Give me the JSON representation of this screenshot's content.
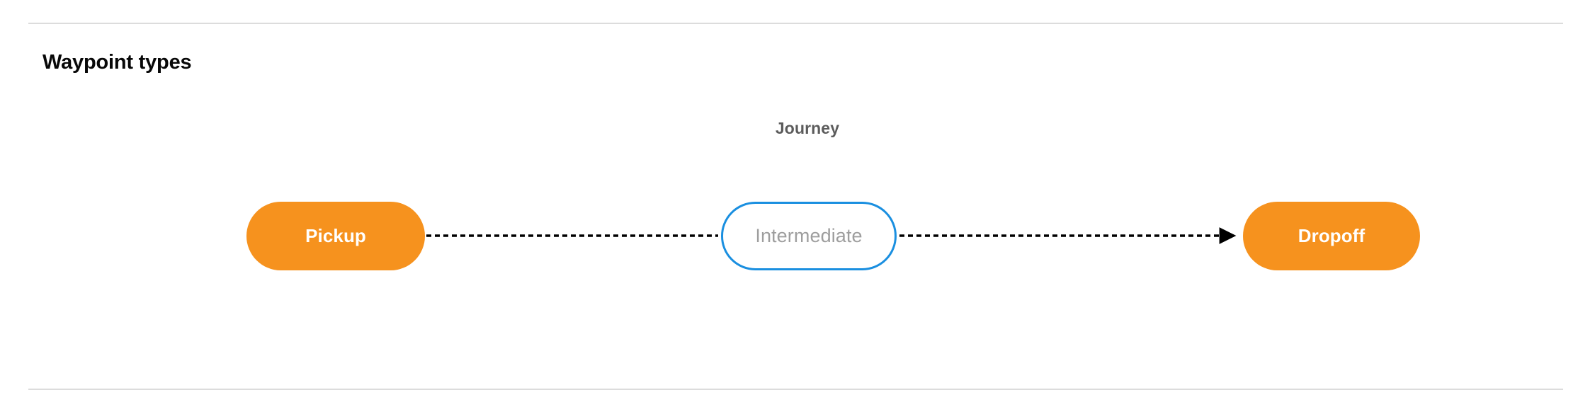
{
  "section": {
    "title": "Waypoint types"
  },
  "diagram": {
    "group_label": "Journey",
    "nodes": [
      {
        "id": "pickup",
        "label": "Pickup",
        "style": "filled",
        "fill": "#F6921E",
        "text_color": "#ffffff"
      },
      {
        "id": "intermediate",
        "label": "Intermediate",
        "style": "outlined",
        "fill": "#ffffff",
        "border_color": "#1a8fe0",
        "text_color": "#9e9e9e"
      },
      {
        "id": "dropoff",
        "label": "Dropoff",
        "style": "filled",
        "fill": "#F6921E",
        "text_color": "#ffffff"
      }
    ],
    "edges": [
      {
        "from": "pickup",
        "to": "intermediate",
        "style": "dashed",
        "arrowhead": false,
        "color": "#000000"
      },
      {
        "from": "intermediate",
        "to": "dropoff",
        "style": "dashed",
        "arrowhead": true,
        "color": "#000000"
      }
    ]
  },
  "colors": {
    "divider": "#dcdcdc",
    "accent_orange": "#F6921E",
    "accent_blue": "#1a8fe0",
    "title_text": "#080808",
    "group_label_text": "#5c5c5c",
    "background": "#ffffff"
  }
}
